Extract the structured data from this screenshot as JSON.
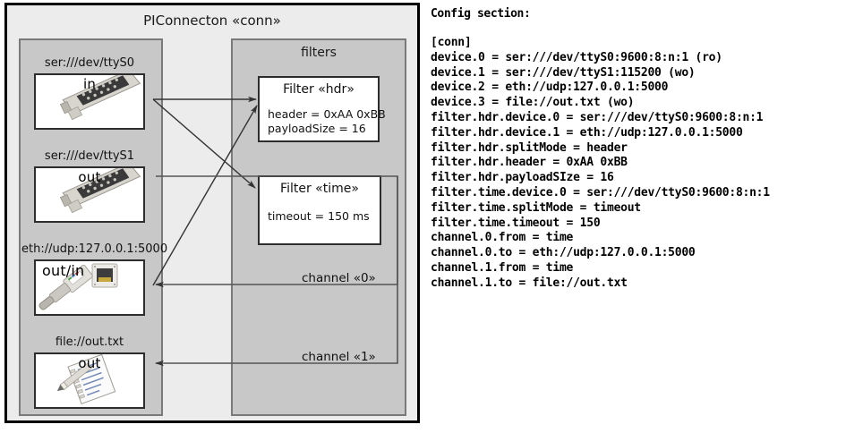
{
  "diagram": {
    "title": "PIConnecton «conn»",
    "devices_panel": {
      "title": "",
      "devices": [
        {
          "label": "ser:///dev/ttyS0",
          "direction": "in",
          "icon": "serial-port-icon"
        },
        {
          "label": "ser:///dev/ttyS1",
          "direction": "out",
          "icon": "serial-port-icon"
        },
        {
          "label": "eth://udp:127.0.0.1:5000",
          "direction": "out/in",
          "icon": "ethernet-jack-icon"
        },
        {
          "label": "file://out.txt",
          "direction": "out",
          "icon": "notepad-pencil-icon"
        }
      ]
    },
    "filters_panel": {
      "title": "filters",
      "filters": [
        {
          "title": "Filter «hdr»",
          "attrs": [
            "header = 0xAA 0xBB",
            "payloadSize = 16"
          ]
        },
        {
          "title": "Filter «time»",
          "attrs": [
            "timeout = 150 ms"
          ]
        }
      ]
    },
    "channels": [
      {
        "label": "channel «0»"
      },
      {
        "label": "channel «1»"
      }
    ]
  },
  "config": {
    "heading": "Config section:",
    "lines": "[conn]\ndevice.0 = ser:///dev/ttyS0:9600:8:n:1 (ro)\ndevice.1 = ser:///dev/ttyS1:115200 (wo)\ndevice.2 = eth://udp:127.0.0.1:5000\ndevice.3 = file://out.txt (wo)\nfilter.hdr.device.0 = ser:///dev/ttyS0:9600:8:n:1\nfilter.hdr.device.1 = eth://udp:127.0.0.1:5000\nfilter.hdr.splitMode = header\nfilter.hdr.header = 0xAA 0xBB\nfilter.hdr.payloadSIze = 16\nfilter.time.device.0 = ser:///dev/ttyS0:9600:8:n:1\nfilter.time.splitMode = timeout\nfilter.time.timeout = 150\nchannel.0.from = time\nchannel.0.to = eth://udp:127.0.0.1:5000\nchannel.1.from = time\nchannel.1.to = file://out.txt"
  },
  "colors": {
    "frame_border": "#000000",
    "panel_fill": "#c8c8c8",
    "panel_border": "#7a7a7a",
    "canvas_fill": "#ececec",
    "box_fill": "#ffffff",
    "box_border": "#2d2d2d",
    "line": "#333333"
  }
}
